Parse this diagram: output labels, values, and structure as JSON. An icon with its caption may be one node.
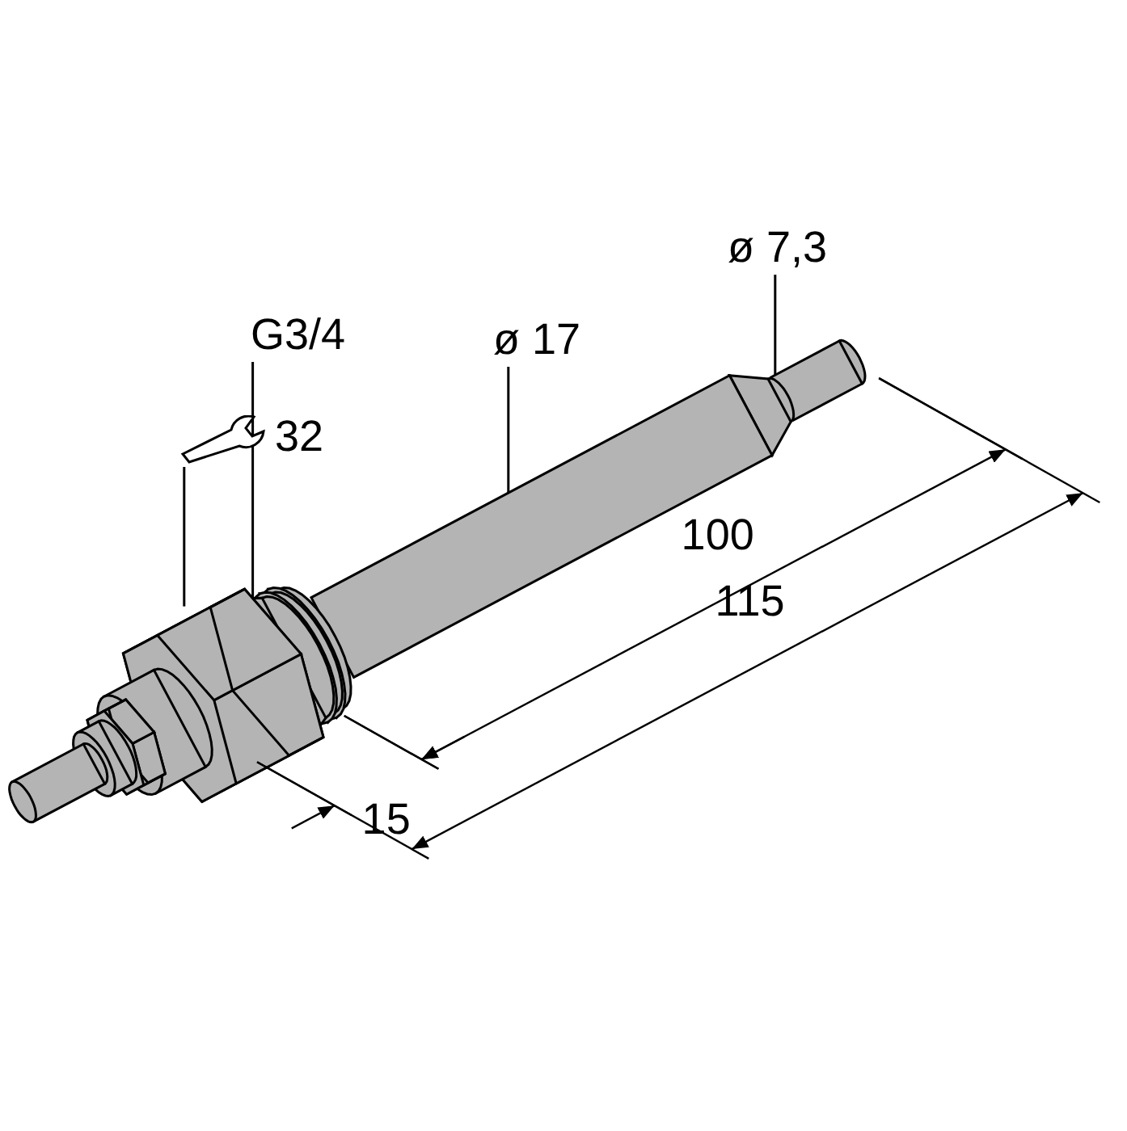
{
  "diagram": {
    "nodes": [
      {
        "text": [
          "ø 7,3"
        ]
      },
      {
        "text": [],
        "shape": "picture"
      },
      {
        "text": [
          "G3/4"
        ]
      },
      {
        "text": [],
        "shape": "picture"
      },
      {
        "text": [
          "ø 17"
        ]
      },
      {
        "text": [],
        "shape": "picture"
      },
      {
        "text": [
          "32"
        ]
      },
      {
        "text": [],
        "shape": "picture"
      }
    ],
    "edges": [
      {
        "from": 0,
        "to": 1,
        "arrow": "none"
      },
      {
        "from": 2,
        "to": 3,
        "arrow": "none"
      },
      {
        "from": 4,
        "to": 5,
        "arrow": "none"
      },
      {
        "from": 6,
        "to": 7,
        "arrow": "none"
      }
    ],
    "labels": [
      "100",
      "115",
      "15"
    ]
  }
}
